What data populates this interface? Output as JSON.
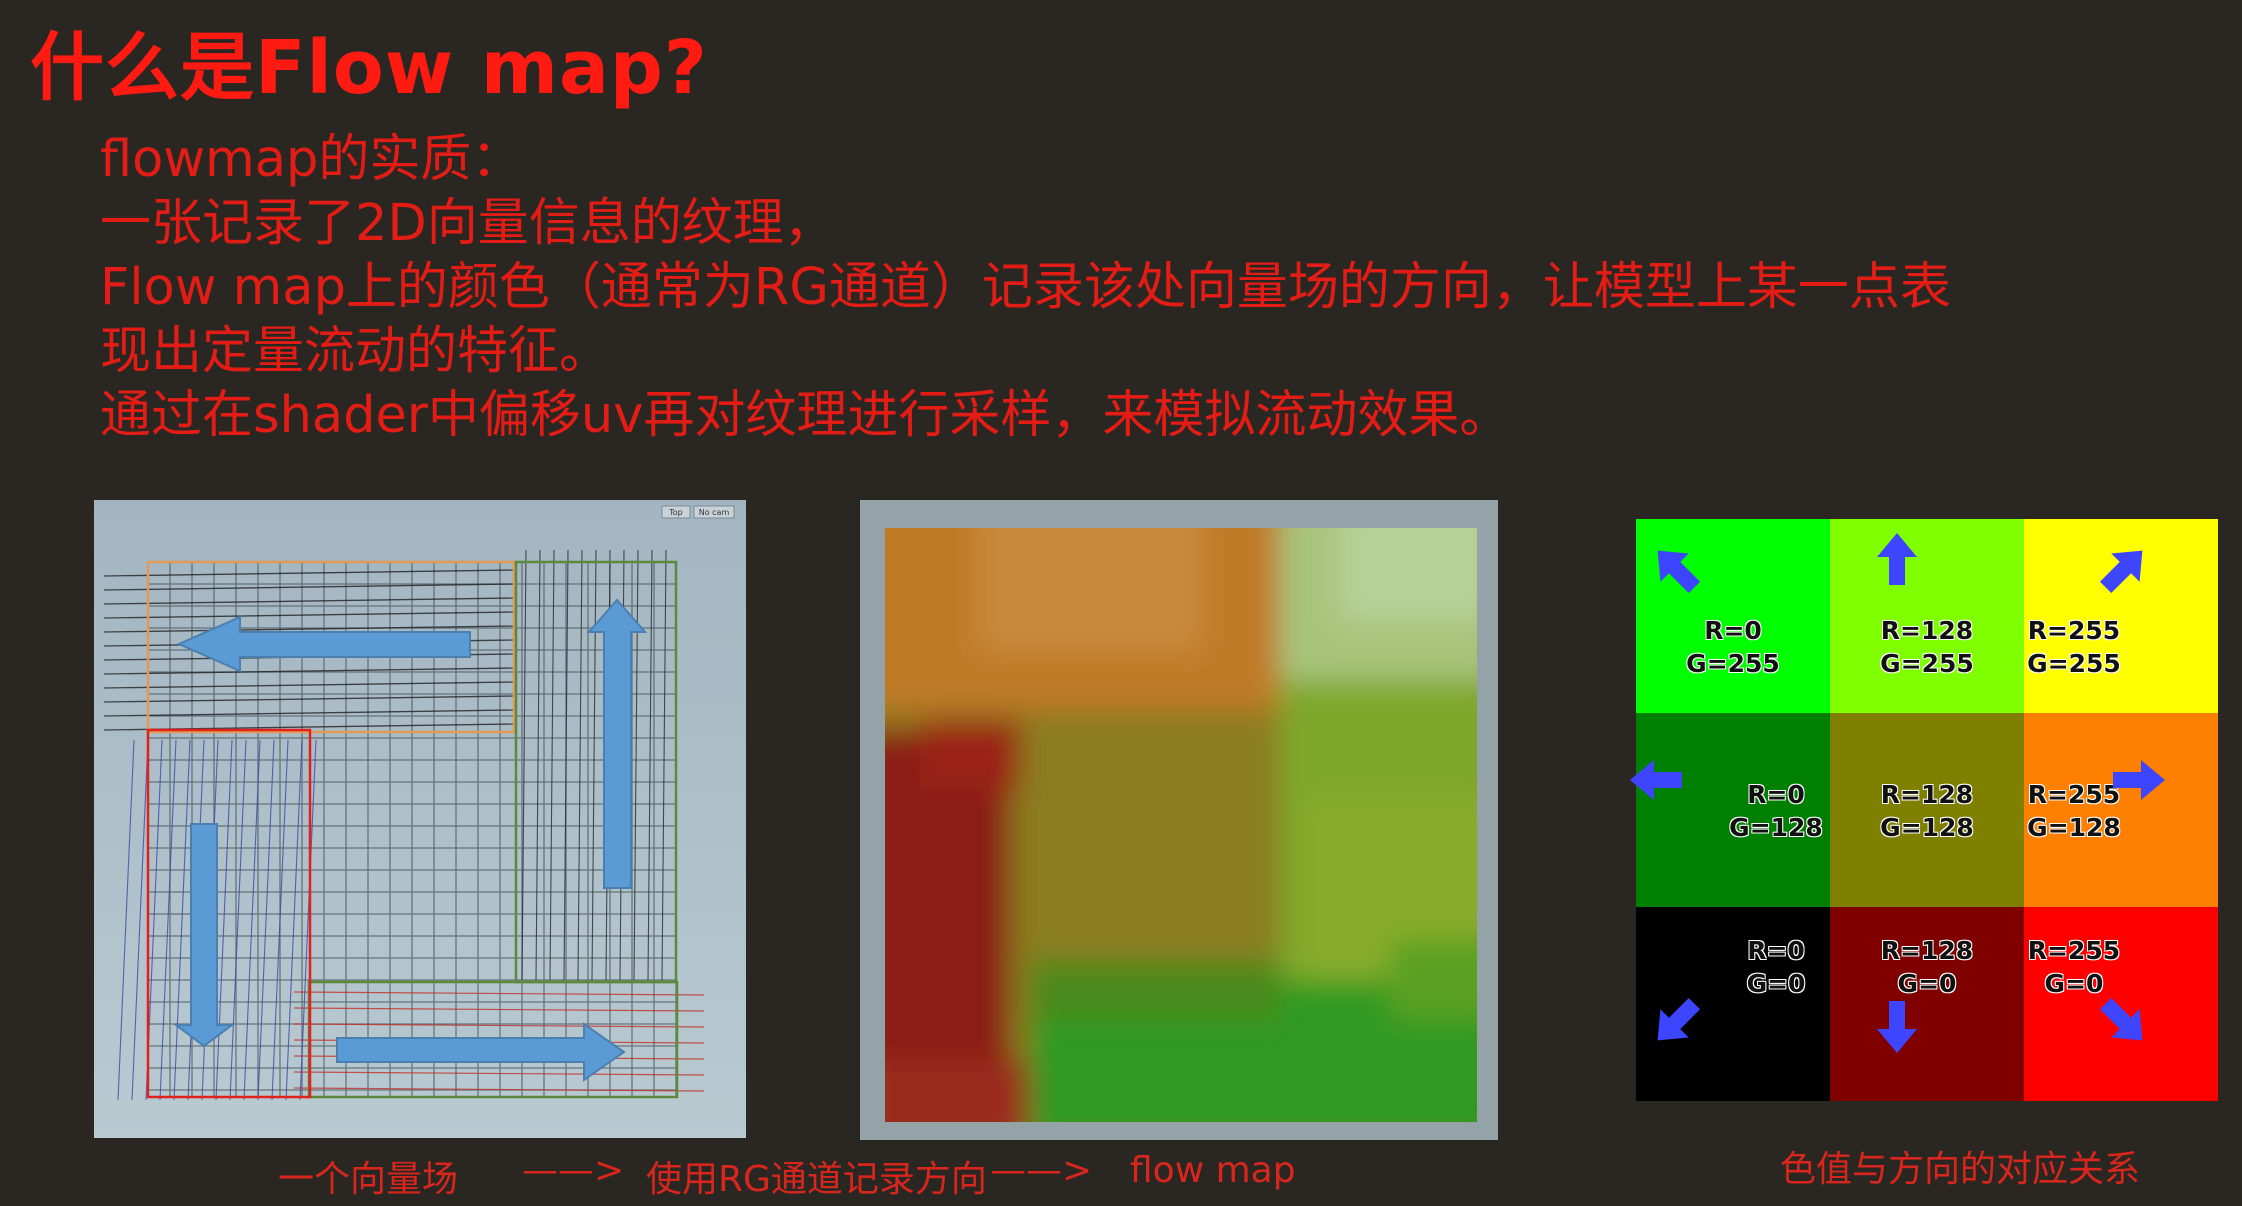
{
  "slide": {
    "title": "什么是Flow map?",
    "body": [
      "flowmap的实质：",
      "一张记录了2D向量信息的纹理，",
      "Flow map上的颜色（通常为RG通道）记录该处向量场的方向，让模型上某一点表",
      "现出定量流动的特征。",
      "通过在shader中偏移uv再对纹理进行采样，来模拟流动效果。"
    ]
  },
  "captions": {
    "vector_field": "一个向量场",
    "arrow1": "——>",
    "rg_record": "使用RG通道记录方向",
    "arrow2": "——>",
    "flow_map": "flow map",
    "color_direction": "色值与方向的对应关系"
  },
  "viewport_toolbar": {
    "btn1": "Top",
    "btn2": "No cam"
  },
  "color_grid": {
    "arrow_color": "#3d45ff",
    "cells": [
      {
        "r_label": "R=0",
        "g_label": "G=255",
        "color": "#00ff00",
        "direction": "up-left"
      },
      {
        "r_label": "R=128",
        "g_label": "G=255",
        "color": "#80ff00",
        "direction": "up"
      },
      {
        "r_label": "R=255",
        "g_label": "G=255",
        "color": "#ffff00",
        "direction": "up-right"
      },
      {
        "r_label": "R=0",
        "g_label": "G=128",
        "color": "#008000",
        "direction": "left"
      },
      {
        "r_label": "R=128",
        "g_label": "G=128",
        "color": "#808000",
        "direction": "none"
      },
      {
        "r_label": "R=255",
        "g_label": "G=128",
        "color": "#ff8000",
        "direction": "right"
      },
      {
        "r_label": "R=0",
        "g_label": "G=0",
        "color": "#000000",
        "direction": "down-left"
      },
      {
        "r_label": "R=128",
        "g_label": "G=0",
        "color": "#800000",
        "direction": "down"
      },
      {
        "r_label": "R=255",
        "g_label": "G=0",
        "color": "#ff0000",
        "direction": "down-right"
      }
    ]
  },
  "colors": {
    "background": "#2a2722",
    "title": "#ff1a12",
    "text": "#e31d15",
    "field_arrows": "#5b9bd5"
  }
}
